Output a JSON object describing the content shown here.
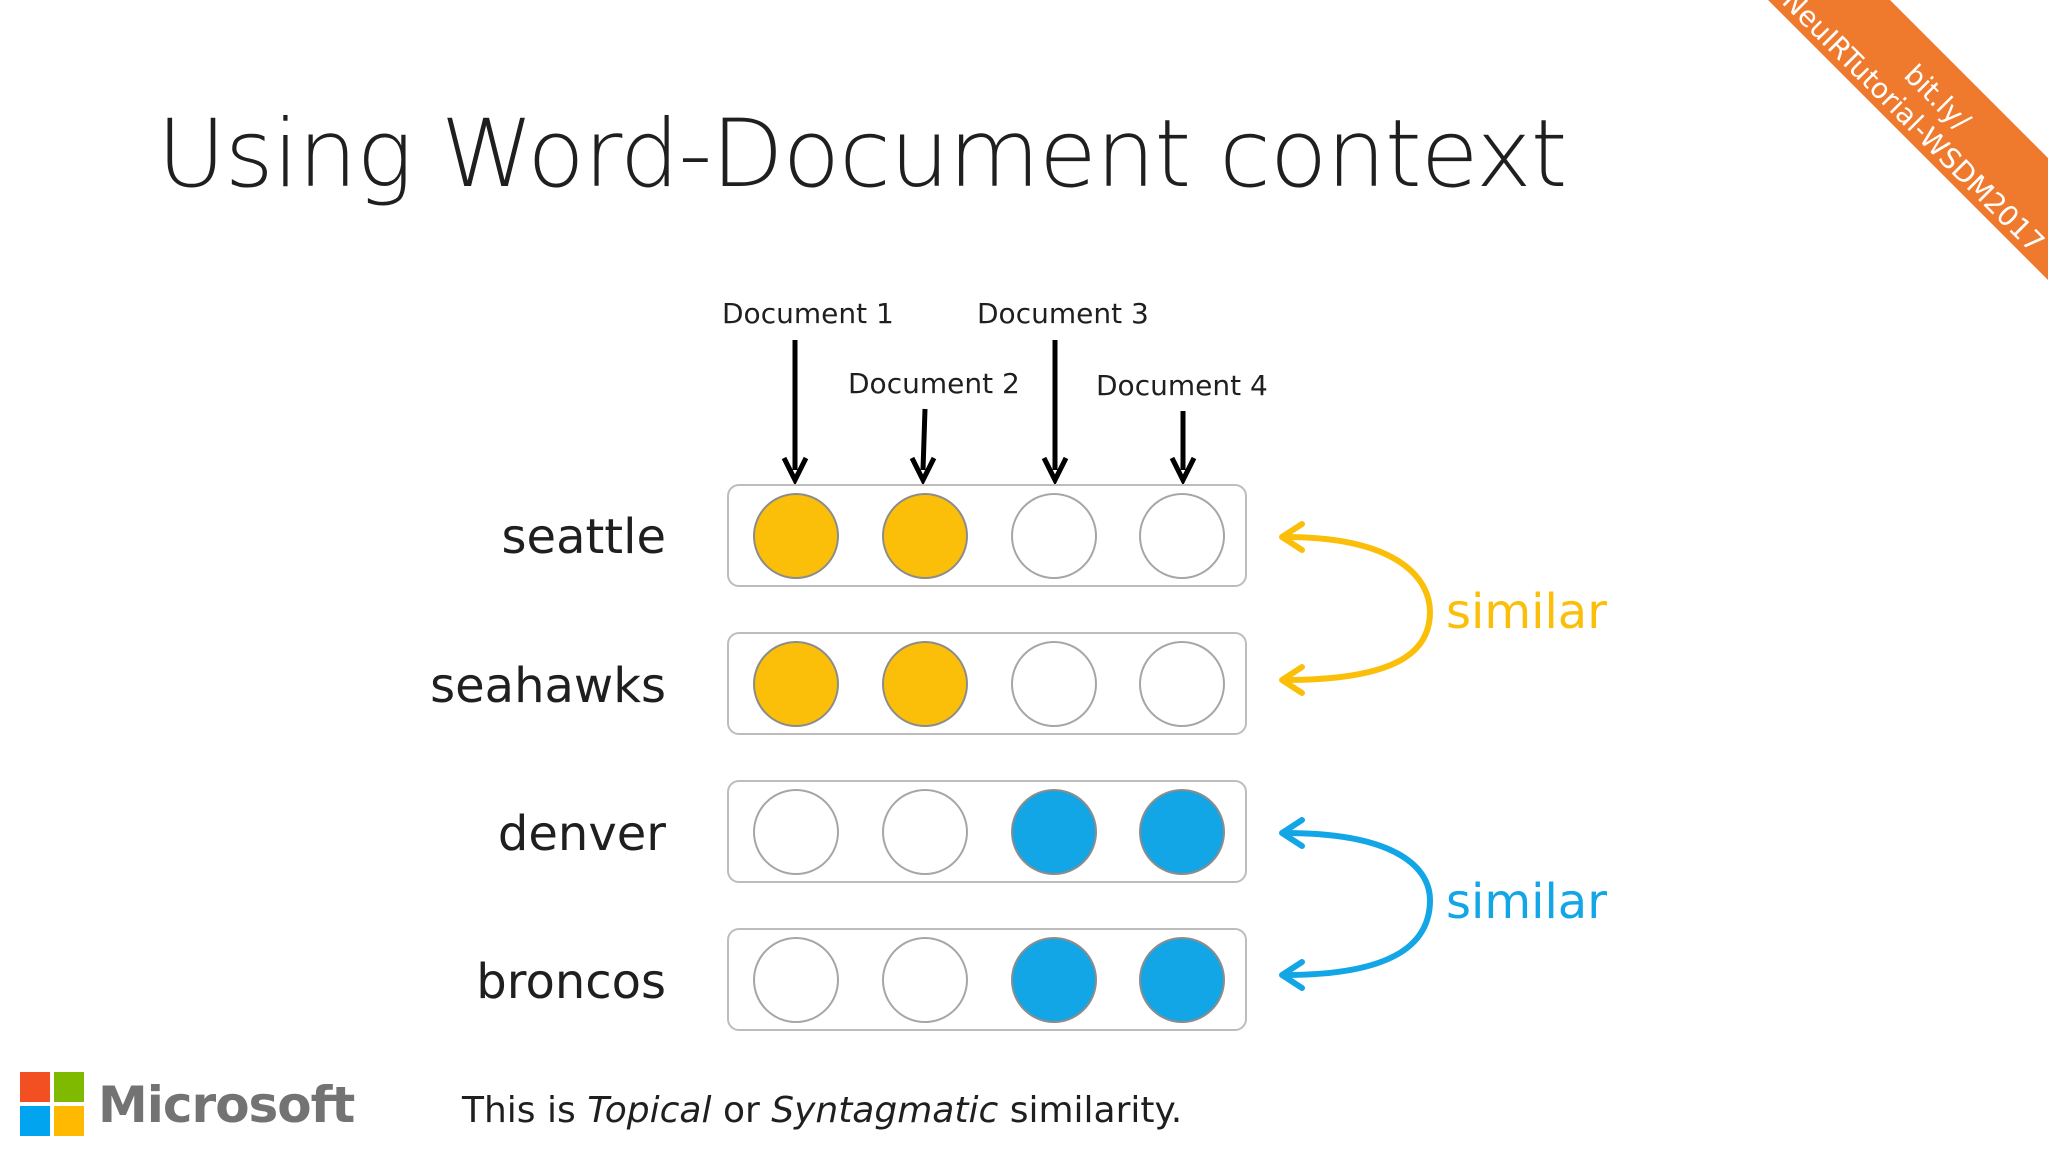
{
  "slide": {
    "title": "Using Word-Document context",
    "banner_line1": "bit.ly/",
    "banner_line2": "NeuIRTutorial-WSDM2017"
  },
  "documents": [
    "Document 1",
    "Document 2",
    "Document 3",
    "Document 4"
  ],
  "words": [
    {
      "label": "seattle",
      "cells": [
        "on",
        "on",
        "off",
        "off"
      ],
      "group": "yellow"
    },
    {
      "label": "seahawks",
      "cells": [
        "on",
        "on",
        "off",
        "off"
      ],
      "group": "yellow"
    },
    {
      "label": "denver",
      "cells": [
        "off",
        "off",
        "on",
        "on"
      ],
      "group": "blue"
    },
    {
      "label": "broncos",
      "cells": [
        "off",
        "off",
        "on",
        "on"
      ],
      "group": "blue"
    }
  ],
  "similarity": [
    {
      "label": "similar",
      "color": "#fbbf09"
    },
    {
      "label": "similar",
      "color": "#12a6e6"
    }
  ],
  "footer": {
    "prefix": "This is ",
    "term1": "Topical",
    "middle": " or ",
    "term2": "Syntagmatic",
    "suffix": " similarity."
  },
  "logo": {
    "text": "Microsoft",
    "colors": [
      "#f25022",
      "#7fba00",
      "#00a4ef",
      "#ffb900"
    ]
  },
  "colors": {
    "yellow": "#fbbf09",
    "blue": "#12a6e6",
    "banner": "#ef7a2e"
  }
}
